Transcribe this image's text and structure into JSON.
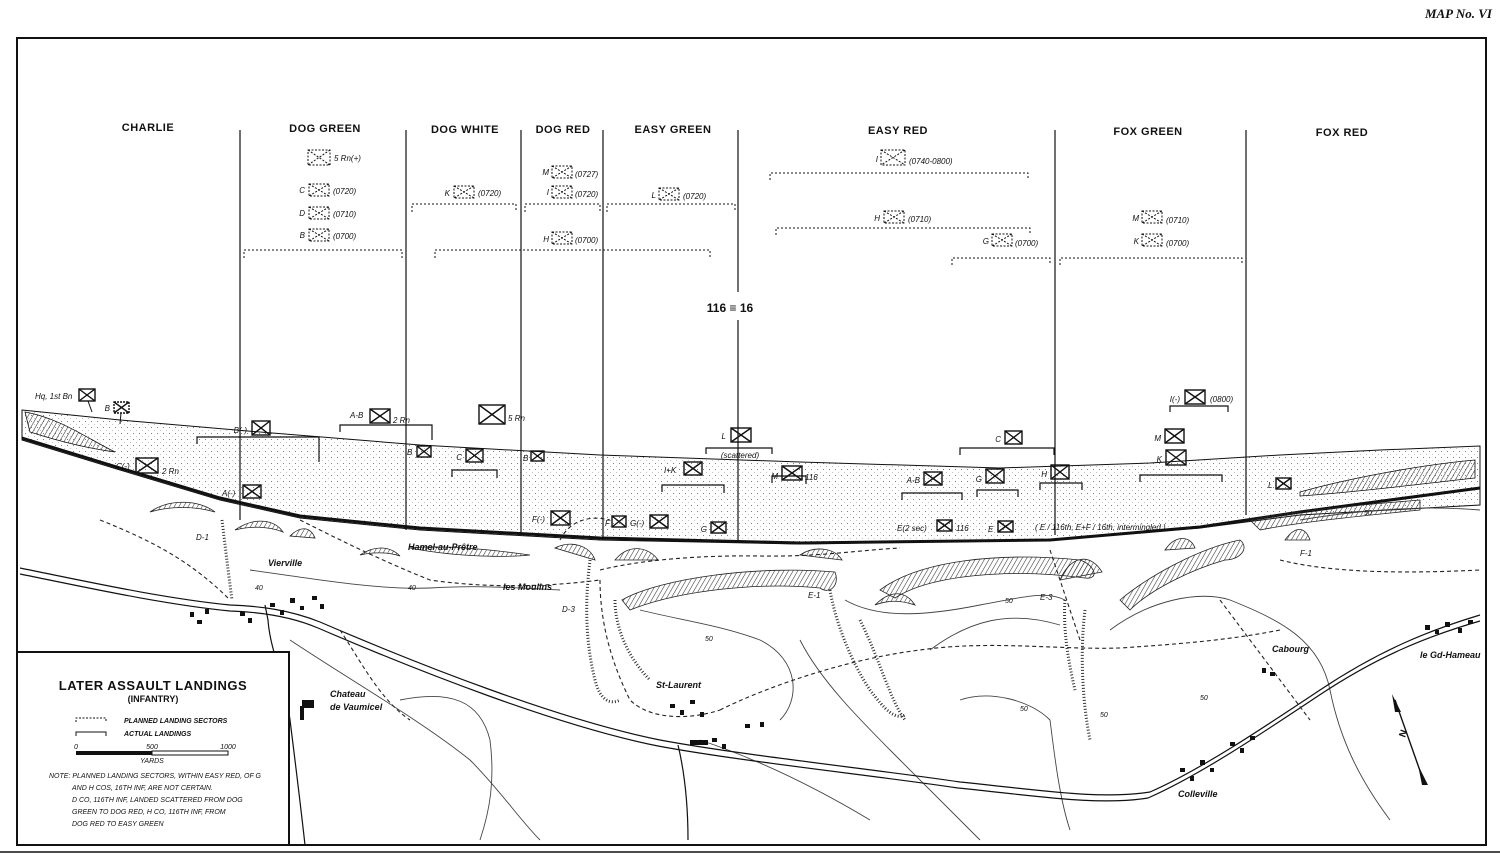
{
  "map_number": "MAP No. VI",
  "legend": {
    "title": "LATER ASSAULT LANDINGS",
    "subtitle": "(INFANTRY)",
    "planned_label": "PLANNED LANDING SECTORS",
    "actual_label": "ACTUAL LANDINGS",
    "scale_ticks": [
      "0",
      "500",
      "1000"
    ],
    "scale_unit": "YARDS",
    "note_lines": [
      "NOTE: PLANNED LANDING SECTORS, WITHIN EASY RED, OF G",
      "AND H COS, 16TH INF, ARE NOT CERTAIN.",
      "D CO, 116TH INF, LANDED SCATTERED FROM DOG",
      "GREEN TO DOG RED, H CO, 116TH INF, FROM",
      "DOG RED TO EASY GREEN"
    ]
  },
  "sectors": [
    "CHARLIE",
    "DOG GREEN",
    "DOG WHITE",
    "DOG RED",
    "EASY GREEN",
    "EASY RED",
    "FOX GREEN",
    "FOX RED"
  ],
  "regiment_boundary": "116 ≡ 16",
  "planned_units": [
    {
      "label": "5 Rn(+)",
      "type": "battalion"
    },
    {
      "label": "C",
      "time": "(0720)"
    },
    {
      "label": "D",
      "time": "(0710)"
    },
    {
      "label": "B",
      "time": "(0700)"
    },
    {
      "label": "K",
      "time": "(0720)"
    },
    {
      "label": "M",
      "time": "(0727)"
    },
    {
      "label": "I",
      "time": "(0720)"
    },
    {
      "label": "H",
      "time": "(0700)"
    },
    {
      "label": "L",
      "time": "(0720)"
    },
    {
      "label": "I",
      "time": "(0740-0800)"
    },
    {
      "label": "H",
      "time": "(0710)"
    },
    {
      "label": "G",
      "time": "(0700)"
    },
    {
      "label": "M",
      "time": "(0710)"
    },
    {
      "label": "K",
      "time": "(0700)"
    }
  ],
  "actual_units": [
    {
      "label": "Hq, 1st Bn"
    },
    {
      "label": "B"
    },
    {
      "label": "B(-)"
    },
    {
      "label": "C(-)",
      "suffix": "2 Rn"
    },
    {
      "label": "A(-)"
    },
    {
      "label": "A-B",
      "suffix": "2 Rn"
    },
    {
      "label": "B"
    },
    {
      "label": "5 Rn"
    },
    {
      "label": "C"
    },
    {
      "label": "B"
    },
    {
      "label": "F(-)"
    },
    {
      "label": "F"
    },
    {
      "label": "G(-)"
    },
    {
      "label": "I+K"
    },
    {
      "label": "L"
    },
    {
      "label": "(scattered)"
    },
    {
      "label": "M",
      "suffix": "116"
    },
    {
      "label": "G"
    },
    {
      "label": "A-B"
    },
    {
      "label": "C"
    },
    {
      "label": "G"
    },
    {
      "label": "H"
    },
    {
      "label": "I(-)",
      "time": "(0800)"
    },
    {
      "label": "M"
    },
    {
      "label": "K"
    },
    {
      "label": "L"
    },
    {
      "label": "E(2 sec)",
      "suffix": "116"
    },
    {
      "label": "E"
    }
  ],
  "intermingled_note": "( E / 116th, E+F / 16th, intermingled )",
  "exits": [
    "D-1",
    "D-3",
    "E-1",
    "E-3",
    "F-1"
  ],
  "places": [
    "Vierville",
    "Hamel-au-Prêtre",
    "les Moulins",
    "St-Laurent",
    "Chateau",
    "de Vaumicel",
    "Cabourg",
    "le Gd-Hameau",
    "Colleville"
  ],
  "contour_labels": [
    "40",
    "50",
    "50",
    "50",
    "50",
    "50",
    "40",
    "50"
  ]
}
